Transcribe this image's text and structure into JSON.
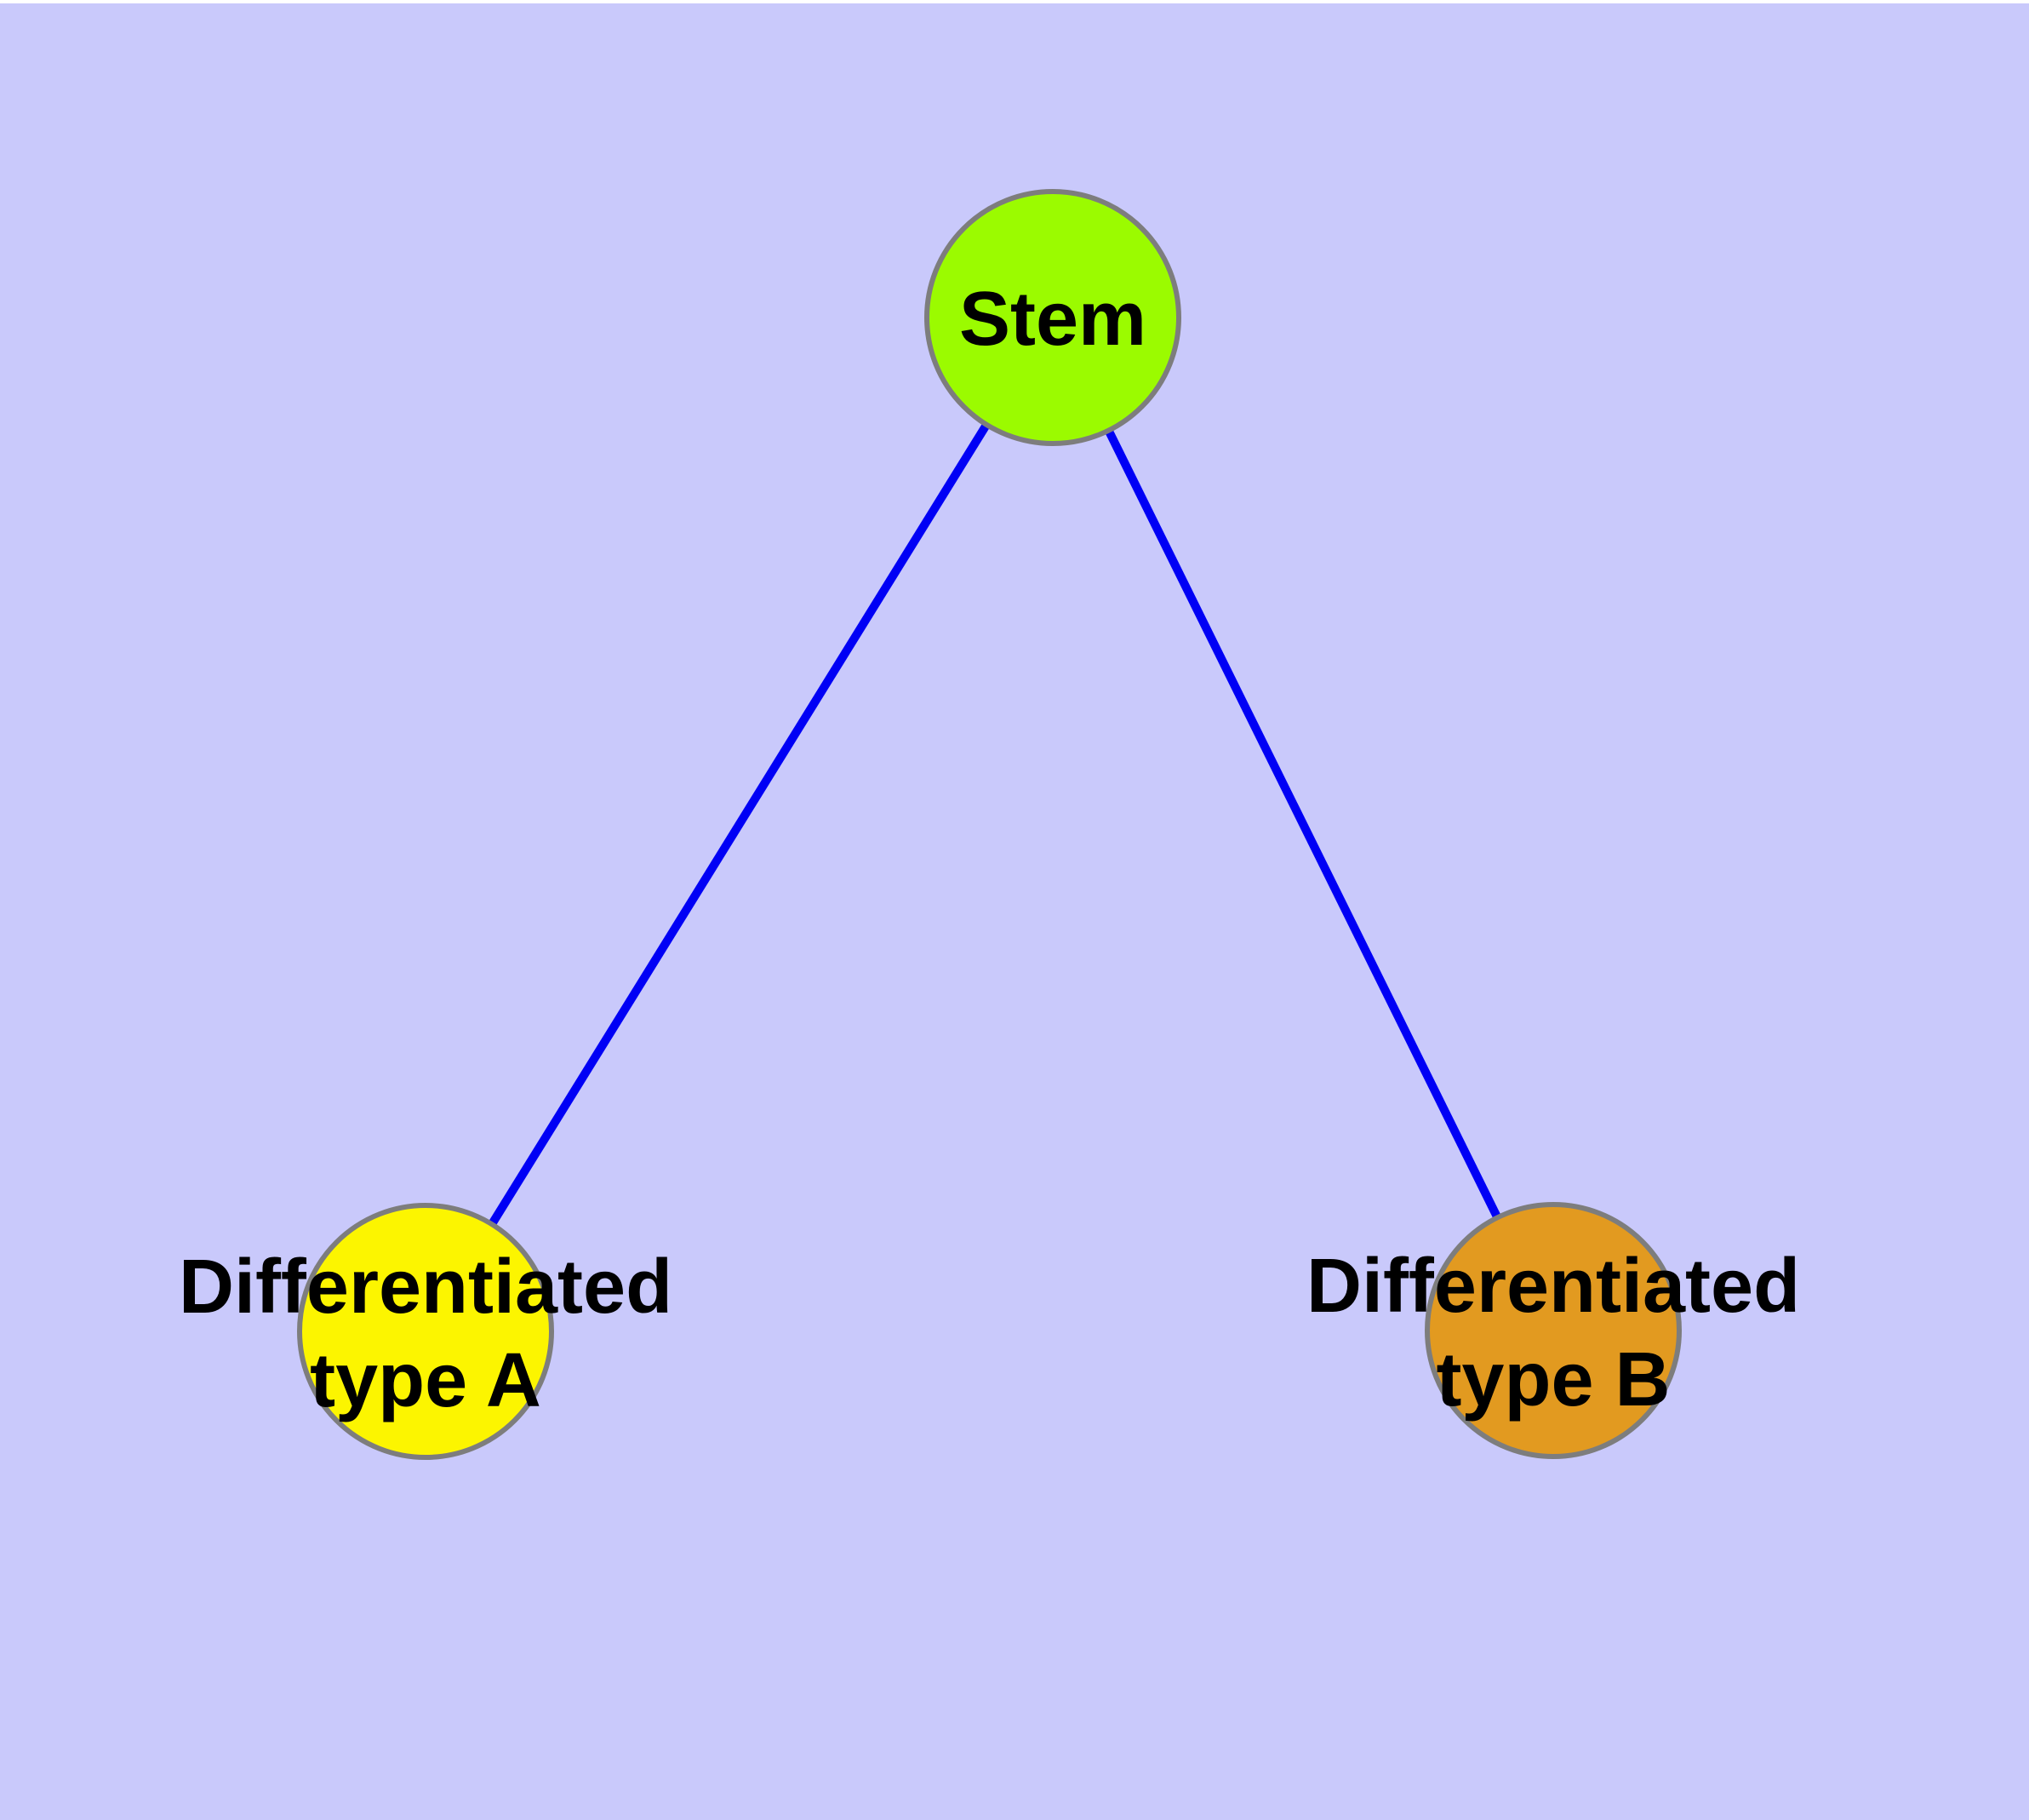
{
  "diagram": {
    "type": "node-link-graph",
    "background_color": "#c9c9fb",
    "top_margin_color": "#ffffff",
    "edge_color": "#0000f5",
    "node_border_color": "#7d7d7d",
    "label_color": "#000000",
    "nodes": [
      {
        "id": "stem",
        "label": "Stem",
        "color": "#9bfb00"
      },
      {
        "id": "type-a",
        "label": "Differentiated\ntype A",
        "color": "#fcf500"
      },
      {
        "id": "type-b",
        "label": "Differentiated\ntype B",
        "color": "#e29a20"
      }
    ],
    "edges": [
      {
        "from": "Stem",
        "to": "Differentiated type A"
      },
      {
        "from": "Stem",
        "to": "Differentiated type B"
      }
    ]
  }
}
